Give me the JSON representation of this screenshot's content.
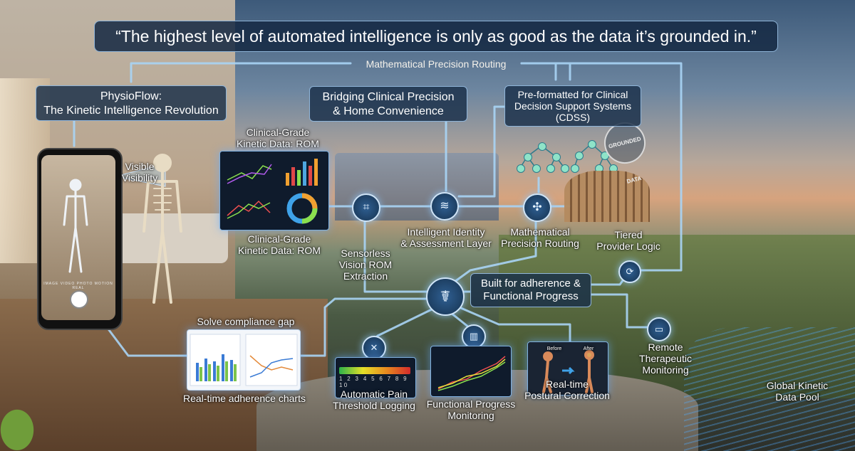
{
  "header": {
    "quote": "“The highest level of automated intelligence is only as good as the data it’s grounded in.”",
    "routing_top": "Mathematical Precision Routing"
  },
  "boxes": {
    "title_line1": "PhysioFlow:",
    "title_line2": "The Kinetic Intelligence Revolution",
    "bridge_line1": "Bridging Clinical Precision",
    "bridge_line2": "& Home Convenience",
    "cdss_line1": "Pre-formatted for Clinical",
    "cdss_line2": "Decision Support Systems",
    "cdss_line3": "(CDSS)",
    "adherence_line1": "Built for adherence &",
    "adherence_line2": "Functional Progress"
  },
  "labels": {
    "visible_visibility_1": "Visible",
    "visible_visibility_2": "Visibility",
    "rom_top_1": "Clinical-Grade",
    "rom_top_2": "Kinetic Data: ROM",
    "rom_bottom_1": "Clinical-Grade",
    "rom_bottom_2": "Kinetic Data: ROM",
    "sensorless_1": "Sensorless",
    "sensorless_2": "Vision ROM",
    "sensorless_3": "Extraction",
    "identity_1": "Intelligent Identity",
    "identity_2": "& Assessment Layer",
    "math_1": "Mathematical",
    "math_2": "Precision Routing",
    "tiered_1": "Tiered",
    "tiered_2": "Provider Logic",
    "compliance": "Solve compliance gap",
    "adherence_charts": "Real-time adherence charts",
    "pain_1": "Automatic Pain",
    "pain_2": "Threshold Logging",
    "functional_1": "Functional Progress",
    "functional_2": "Monitoring",
    "postural_1": "Real-time",
    "postural_2": "Postural Correction",
    "remote_1": "Remote",
    "remote_2": "Therapeutic",
    "remote_3": "Monitoring",
    "global_1": "Global Kinetic",
    "global_2": "Data Pool",
    "stamp": "GROUNDED DATA",
    "before": "Before",
    "after": "After",
    "pain_numbers": "1 2 3 4 5 6 7 8 9 10",
    "camera_modes": "IMAGE VIDEO PHOTO MOTION REAL"
  },
  "icons": {
    "scan": "scan-icon",
    "layers": "layers-icon",
    "network": "network-icon",
    "brain": "brain-icon",
    "chart": "chart-icon",
    "sync": "sync-icon",
    "monitor": "monitor-icon",
    "tools": "tools-icon"
  },
  "colors": {
    "box_fill": "#182e48",
    "box_border": "#8fb4d8",
    "line": "#a9d4f5",
    "glow": "#8cc8ff"
  }
}
